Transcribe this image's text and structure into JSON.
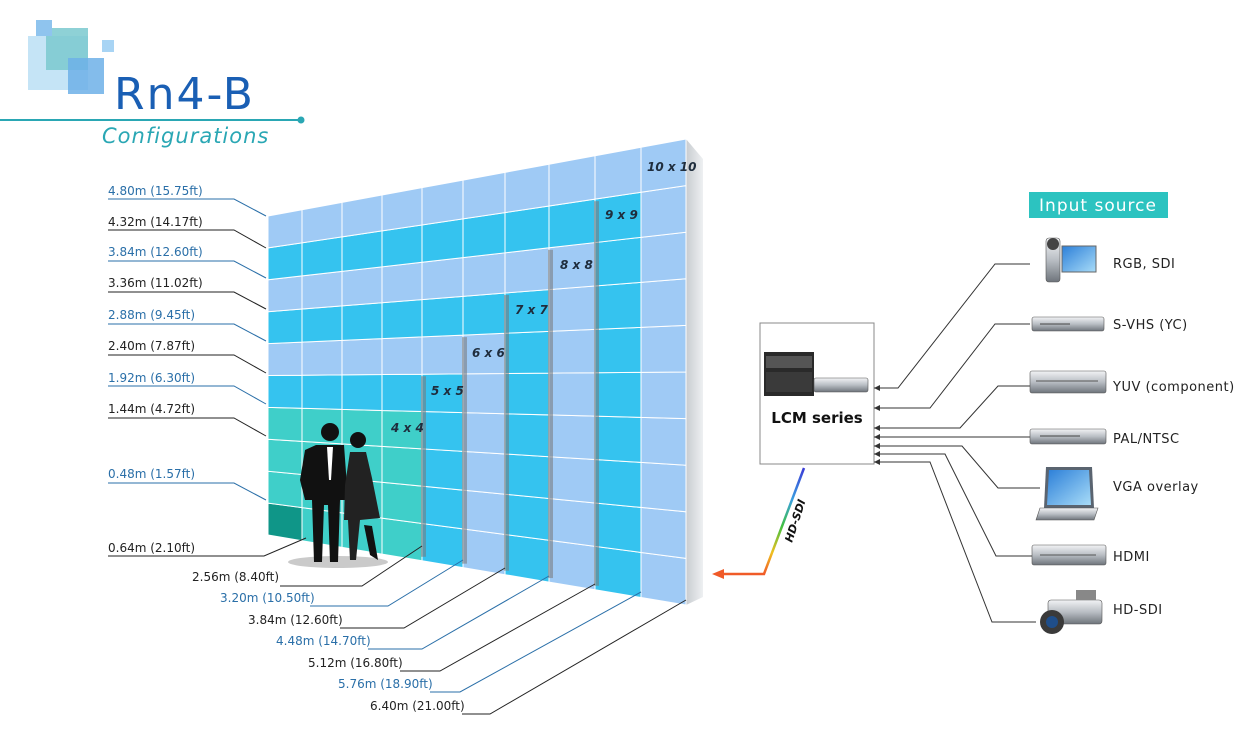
{
  "brand": {
    "title": "Rn4-B",
    "subtitle": "Configurations"
  },
  "height_labels": [
    "4.80m (15.75ft)",
    "4.32m (14.17ft)",
    "3.84m (12.60ft)",
    "3.36m (11.02ft)",
    "2.88m (9.45ft)",
    "2.40m (7.87ft)",
    "1.92m (6.30ft)",
    "1.44m (4.72ft)",
    "0.48m (1.57ft)",
    "0.64m (2.10ft)"
  ],
  "width_labels": [
    "2.56m (8.40ft)",
    "3.20m (10.50ft)",
    "3.84m (12.60ft)",
    "4.48m (14.70ft)",
    "5.12m (16.80ft)",
    "5.76m (18.90ft)",
    "6.40m (21.00ft)"
  ],
  "grid_labels": [
    "4 x 4",
    "5 x 5",
    "6 x 6",
    "7 x 7",
    "8 x 8",
    "9 x 9",
    "10 x 10"
  ],
  "lcm": {
    "label": "LCM series",
    "link_label": "HD-SDI"
  },
  "input_source": {
    "title": "Input source",
    "items": [
      {
        "label": "RGB, SDI",
        "icon": "camcorder-icon"
      },
      {
        "label": "S-VHS (YC)",
        "icon": "vcr-icon"
      },
      {
        "label": "YUV (component)",
        "icon": "dvd-player-icon"
      },
      {
        "label": "PAL/NTSC",
        "icon": "tuner-icon"
      },
      {
        "label": "VGA overlay",
        "icon": "laptop-icon"
      },
      {
        "label": "HDMI",
        "icon": "media-player-icon"
      },
      {
        "label": "HD-SDI",
        "icon": "video-camera-icon"
      }
    ]
  },
  "colors": {
    "brand_blue": "#1a5fb4",
    "brand_teal": "#2aa7b4",
    "tile_light_blue": "#9fcaf5",
    "tile_cyan": "#35c3ef",
    "tile_teal": "#3fcfc9",
    "tile_dark_teal": "#0f9688"
  }
}
